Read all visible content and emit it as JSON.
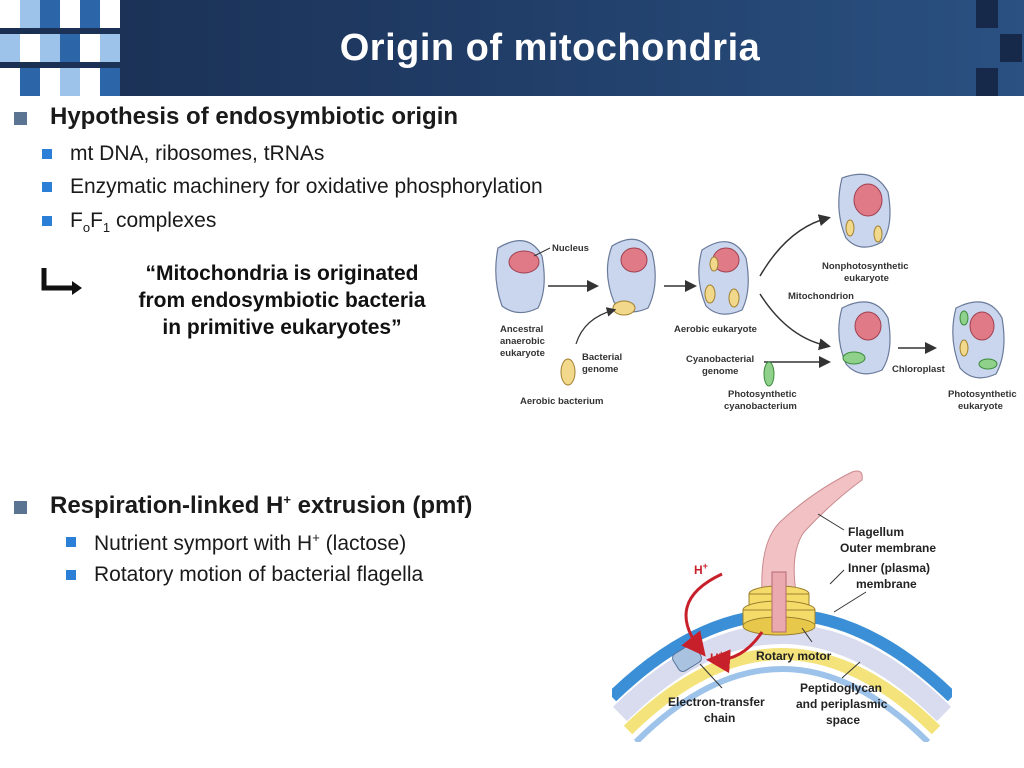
{
  "title": "Origin of mitochondria",
  "section1": {
    "heading": "Hypothesis of endosymbiotic origin",
    "items": [
      "mt DNA, ribosomes, tRNAs",
      "Enzymatic machinery for oxidative phosphorylation"
    ],
    "complex_item": {
      "f1": "F",
      "sub1": "o",
      "f2": "F",
      "sub2": "1",
      "rest": " complexes"
    },
    "quote_line1": "“Mitochondria is originated",
    "quote_line2": "from endosymbiotic bacteria",
    "quote_line3": "in primitive eukaryotes”"
  },
  "figure1": {
    "labels": {
      "nucleus": "Nucleus",
      "ancestral1": "Ancestral",
      "ancestral2": "anaerobic",
      "ancestral3": "eukaryote",
      "bacterial1": "Bacterial",
      "bacterial2": "genome",
      "aerobic_bacterium": "Aerobic bacterium",
      "aerobic_eukaryote": "Aerobic eukaryote",
      "nonphoto1": "Nonphotosynthetic",
      "nonphoto2": "eukaryote",
      "mitochondrion": "Mitochondrion",
      "cyano1": "Cyanobacterial",
      "cyano2": "genome",
      "photocyano1": "Photosynthetic",
      "photocyano2": "cyanobacterium",
      "chloroplast": "Chloroplast",
      "photoeuk1": "Photosynthetic",
      "photoeuk2": "eukaryote"
    }
  },
  "section2": {
    "heading_pre": "Respiration-linked H",
    "heading_sup": "+",
    "heading_post": " extrusion (pmf)",
    "item1_pre": "Nutrient symport with H",
    "item1_sup": "+",
    "item1_post": " (lactose)",
    "item2": "Rotatory motion of bacterial flagella"
  },
  "figure2": {
    "labels": {
      "flagellum": "Flagellum",
      "outer": "Outer membrane",
      "inner1": "Inner (plasma)",
      "inner2": "membrane",
      "rotary": "Rotary motor",
      "etc1": "Electron-transfer",
      "etc2": "chain",
      "pepti1": "Peptidoglycan",
      "pepti2": "and periplasmic",
      "pepti3": "space",
      "hplus": "H",
      "hplus_sup": "+"
    }
  },
  "colors": {
    "header_dark": "#1a2f52",
    "header_light": "#2a5182",
    "bullet1": "#5a7491",
    "bullet2": "#2b7fd6",
    "cell": "#c9d6ee",
    "nucleus": "#e07a86",
    "mito": "#f2d88a",
    "chloro": "#8fd08a",
    "arrow_red": "#c8202a"
  }
}
